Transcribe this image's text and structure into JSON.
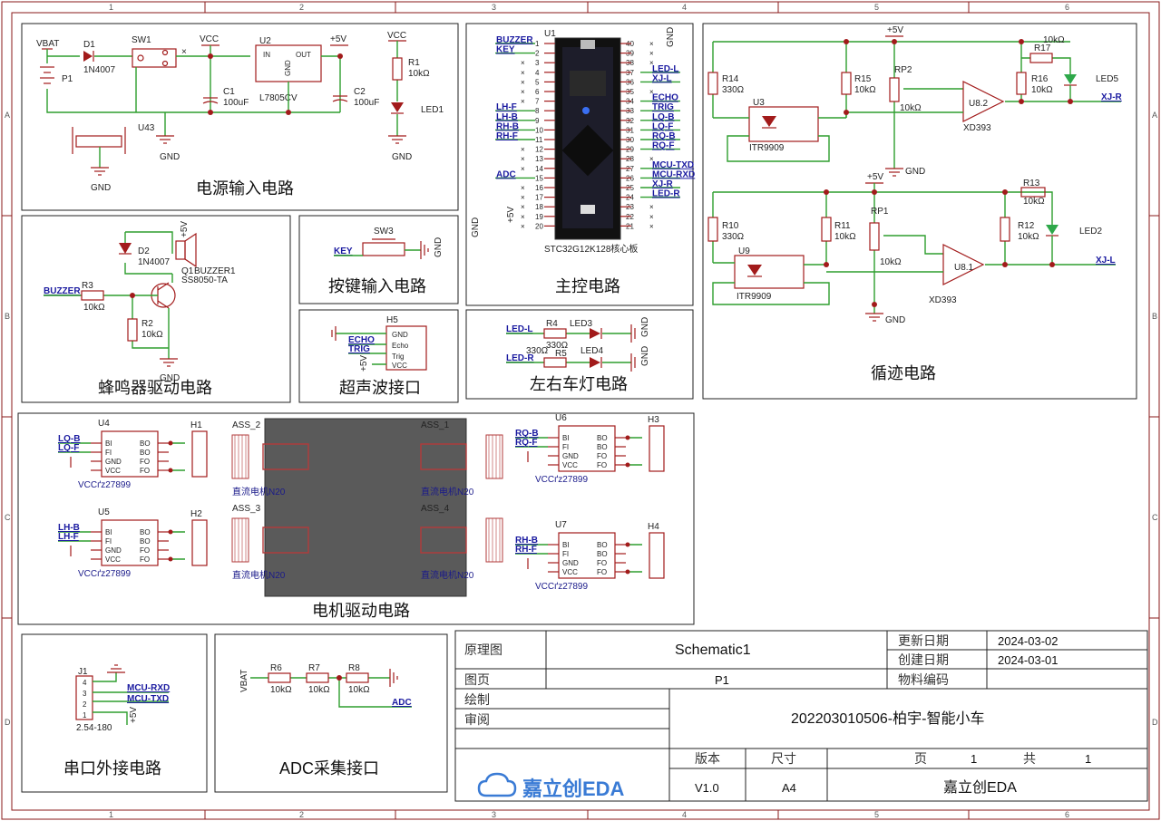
{
  "border": {
    "columns": [
      "1",
      "2",
      "3",
      "4",
      "5",
      "6"
    ],
    "rows": [
      "A",
      "B",
      "C",
      "D"
    ]
  },
  "sections": {
    "power": "电源输入电路",
    "mcu": "主控电路",
    "tracking": "循迹电路",
    "buzzer": "蜂鸣器驱动电路",
    "key": "按键输入电路",
    "ultrasonic": "超声波接口",
    "car_lights": "左右车灯电路",
    "motor": "电机驱动电路",
    "uart": "串口外接电路",
    "adc": "ADC采集接口"
  },
  "power_circuit": {
    "vbat": "VBAT",
    "p1": "P1",
    "d1": "D1",
    "d1_val": "1N4007",
    "sw1": "SW1",
    "vcc": "VCC",
    "u2": "U2",
    "u2_in": "IN",
    "u2_out": "OUT",
    "u2_gnd": "GND",
    "u2_val": "L7805CV",
    "plus5v": "+5V",
    "c1": "C1",
    "c1_val": "100uF",
    "c2": "C2",
    "c2_val": "100uF",
    "u43": "U43",
    "gnd": "GND",
    "r1": "R1",
    "r1_val": "10kΩ",
    "led1": "LED1"
  },
  "mcu_circuit": {
    "u1": "U1",
    "part": "STC32G12K128核心板",
    "gnd": "GND",
    "plus5v": "+5V",
    "left_nets": [
      "BUZZER",
      "KEY",
      "",
      "",
      "",
      "",
      "",
      "LH-F",
      "LH-B",
      "RH-B",
      "RH-F",
      "",
      "",
      "",
      "ADC",
      "",
      "",
      "",
      "",
      ""
    ],
    "right_nets": [
      "",
      "",
      "",
      "LED-L",
      "XJ-L",
      "",
      "ECHO",
      "TRIG",
      "LQ-B",
      "LQ-F",
      "RQ-B",
      "RQ-F",
      "",
      "MCU-TXD",
      "MCU-RXD",
      "XJ-R",
      "LED-R",
      "",
      "",
      ""
    ]
  },
  "tracking_circuit": {
    "plus5v_top": "+5V",
    "plus5v_mid": "+5V",
    "gnd": "GND",
    "r14": "R14",
    "r14_val": "330Ω",
    "r15": "R15",
    "r15_val": "10kΩ",
    "rp2": "RP2",
    "rp2_val": "10kΩ",
    "r16": "R16",
    "r16_val": "10kΩ",
    "r17": "R17",
    "r17_val": "10kΩ",
    "led5": "LED5",
    "u3": "U3",
    "u3_val": "ITR9909",
    "u8_2": "U8.2",
    "u8_2_val": "XD393",
    "xjr": "XJ-R",
    "r10": "R10",
    "r10_val": "330Ω",
    "r11": "R11",
    "r11_val": "10kΩ",
    "rp1": "RP1",
    "rp1_val": "10kΩ",
    "r12": "R12",
    "r12_val": "10kΩ",
    "r13": "R13",
    "r13_val": "10kΩ",
    "led2": "LED2",
    "u9": "U9",
    "u9_val": "ITR9909",
    "u8_1": "U8.1",
    "u8_1_val": "XD393",
    "xjl": "XJ-L"
  },
  "buzzer_circuit": {
    "d2": "D2",
    "d2_val": "1N4007",
    "plus5v": "+5V",
    "q1": "Q1",
    "buzzer": "BUZZER1",
    "q1_val": "SS8050-TA",
    "net": "BUZZER",
    "r3": "R3",
    "r3_val": "10kΩ",
    "r2": "R2",
    "r2_val": "10kΩ",
    "gnd": "GND"
  },
  "key_circuit": {
    "sw3": "SW3",
    "net": "KEY",
    "gnd": "GND"
  },
  "ultrasonic_circuit": {
    "h5": "H5",
    "pins": [
      "GND",
      "Echo",
      "Trig",
      "VCC"
    ],
    "echo": "ECHO",
    "trig": "TRIG",
    "plus5v": "+5V"
  },
  "lights_circuit": {
    "led_l": "LED-L",
    "r4": "R4",
    "r4_val": "330Ω",
    "led3": "LED3",
    "led_r": "LED-R",
    "r5": "R5",
    "r5_val": "330Ω",
    "led4": "LED4",
    "gnd": "GND"
  },
  "motor_circuit": {
    "drivers": [
      {
        "ref": "U4",
        "in1": "LQ-B",
        "in2": "LQ-F",
        "hdr": "H1",
        "val": "VCCґz27899"
      },
      {
        "ref": "U5",
        "in1": "LH-B",
        "in2": "LH-F",
        "hdr": "H2",
        "val": "VCCґz27899"
      },
      {
        "ref": "U6",
        "in1": "RQ-B",
        "in2": "RQ-F",
        "hdr": "H3",
        "val": "VCCґz27899"
      },
      {
        "ref": "U7",
        "in1": "RH-B",
        "in2": "RH-F",
        "hdr": "H4",
        "val": "VCCґz27899"
      }
    ],
    "driver_pins_left": [
      "BI",
      "FI",
      "GND",
      "VCC"
    ],
    "driver_pins_right": [
      "BO",
      "BO",
      "FO",
      "FO"
    ],
    "motors": [
      {
        "ref": "ASS_2",
        "val": "直流电机N20"
      },
      {
        "ref": "ASS_1",
        "val": "直流电机N20"
      },
      {
        "ref": "ASS_3",
        "val": "直流电机N20"
      },
      {
        "ref": "ASS_4",
        "val": "直流电机N20"
      }
    ]
  },
  "uart_circuit": {
    "j1": "J1",
    "j1_val": "2.54-180",
    "rxd": "MCU-RXD",
    "txd": "MCU-TXD",
    "plus5v": "+5V"
  },
  "adc_circuit": {
    "vbat": "VBAT",
    "r6": "R6",
    "r6_val": "10kΩ",
    "r7": "R7",
    "r7_val": "10kΩ",
    "r8": "R8",
    "r8_val": "10kΩ",
    "net": "ADC"
  },
  "title_block": {
    "kind_label": "原理图",
    "kind_value": "Schematic1",
    "page_label": "图页",
    "page_value": "P1",
    "draw_label": "绘制",
    "review_label": "审阅",
    "update_label": "更新日期",
    "update_value": "2024-03-02",
    "create_label": "创建日期",
    "create_value": "2024-03-01",
    "material_label": "物料编码",
    "project": "202203010506-柏宇-智能小车",
    "version_label": "版本",
    "size_label": "尺寸",
    "page_num_label": "页",
    "page_num": "1",
    "total_label": "共",
    "total": "1",
    "logo": "嘉立创EDA",
    "version": "V1.0",
    "size": "A4",
    "company": "嘉立创EDA"
  }
}
